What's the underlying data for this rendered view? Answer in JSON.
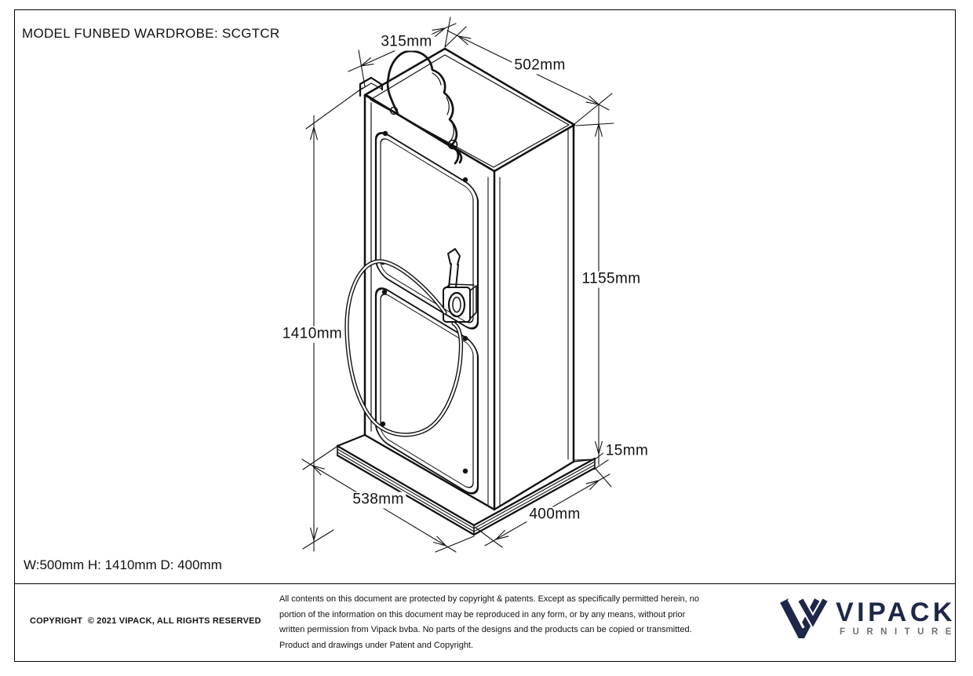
{
  "sheet": {
    "title": "MODEL FUNBED WARDROBE: SCGTCR",
    "size_summary": "W:500mm H: 1410mm D: 400mm"
  },
  "drawing": {
    "subject": "funbed-wardrobe-isometric-view",
    "dims": {
      "top_width": "315mm",
      "top_depth": "502mm",
      "side_height": "1155mm",
      "overall_height": "1410mm",
      "base_width": "538mm",
      "base_depth": "400mm",
      "base_thickness": "15mm"
    }
  },
  "footer": {
    "copyright": "COPYRIGHT  © 2021 VIPACK, ALL RIGHTS RESERVED",
    "legal": "All contents on this document are protected by copyright & patents. Except as specifically permitted herein, no portion of the information on this document may be reproduced in any form, or by any means, without prior written permission from Vipack bvba. No parts of the designs and the products can be copied or transmitted. Product and drawings under Patent and Copyright.",
    "logo": {
      "brand": "VIPACK",
      "tagline": "FURNITURE",
      "mark_icon": "vipack-w-monogram",
      "brand_color": "#1e2749",
      "tagline_color": "#6e737c"
    }
  }
}
